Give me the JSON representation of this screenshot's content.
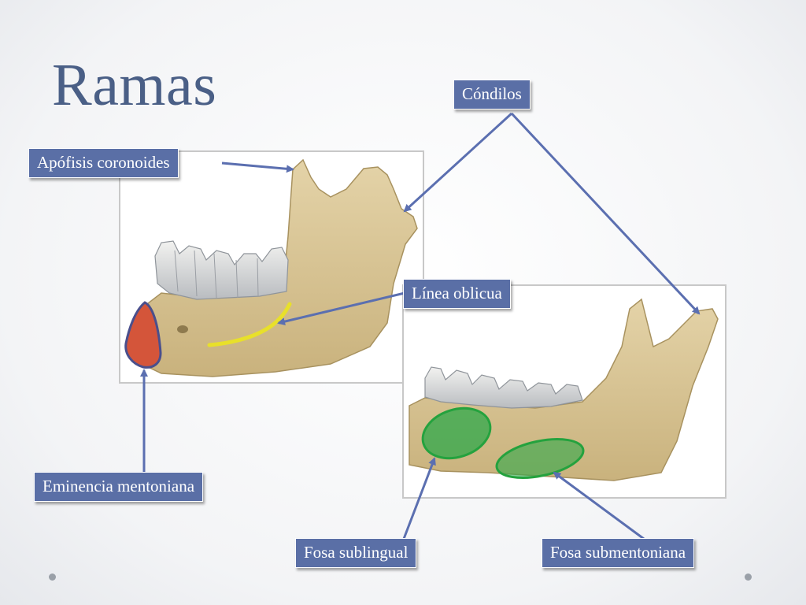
{
  "slide": {
    "title": "Ramas"
  },
  "labels": {
    "condilos": "Cóndilos",
    "coronoides": "Apófisis coronoides",
    "linea_oblicua": "Línea oblicua",
    "eminencia_mentoniana": "Eminencia mentoniana",
    "fosa_sublingual": "Fosa sublingual",
    "fosa_submentoniana": "Fosa submentoniana"
  },
  "colors": {
    "title": "#4a5f86",
    "label_bg": "#5a6fa6",
    "arrow": "#5b6fb0",
    "bone": "#d9c69a",
    "eminencia_fill": "#d4553a",
    "linea_oblicua": "#e8e02a",
    "fosa_fill": "#2ea84a"
  }
}
